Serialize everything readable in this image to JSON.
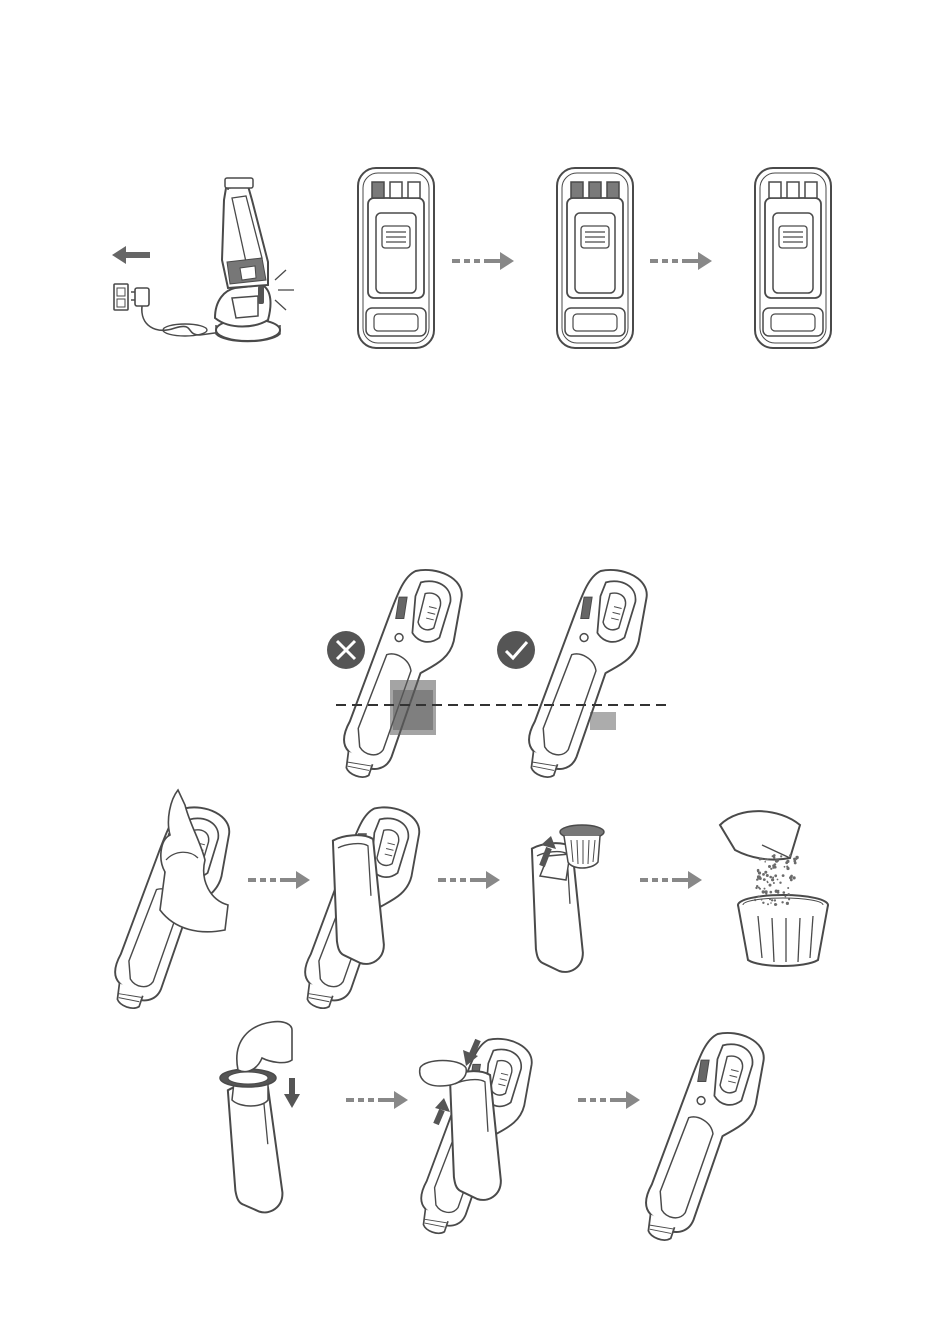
{
  "page": {
    "description_free": true,
    "colors": {
      "ink": "#4a4a4a",
      "arrow": "#888888",
      "dark_fill": "#555555",
      "led_on": "#7a7a7a",
      "dust": "#6b6b6b"
    }
  },
  "charging_section": {
    "icons": [
      "left-arrow-icon",
      "wall-socket-icon",
      "charger-plug-icon",
      "vacuum-on-dock-icon",
      "indicator-glow-icon"
    ],
    "battery_states": [
      {
        "leds": [
          1,
          0,
          0
        ]
      },
      {
        "leds": [
          1,
          1,
          1
        ]
      },
      {
        "leds": [
          0,
          0,
          0
        ]
      }
    ]
  },
  "dust_level_section": {
    "icons": [
      "wrong-x-icon",
      "correct-check-icon"
    ],
    "max_line_style": "dashed"
  },
  "emptying_steps": {
    "icons": [
      "hand-release-icon",
      "open-bin-icon",
      "remove-filter-icon",
      "trash-bin-icon"
    ]
  },
  "reassembly_steps": {
    "icons": [
      "insert-filter-icon",
      "attach-bin-icon",
      "assembled-vacuum-icon"
    ]
  }
}
